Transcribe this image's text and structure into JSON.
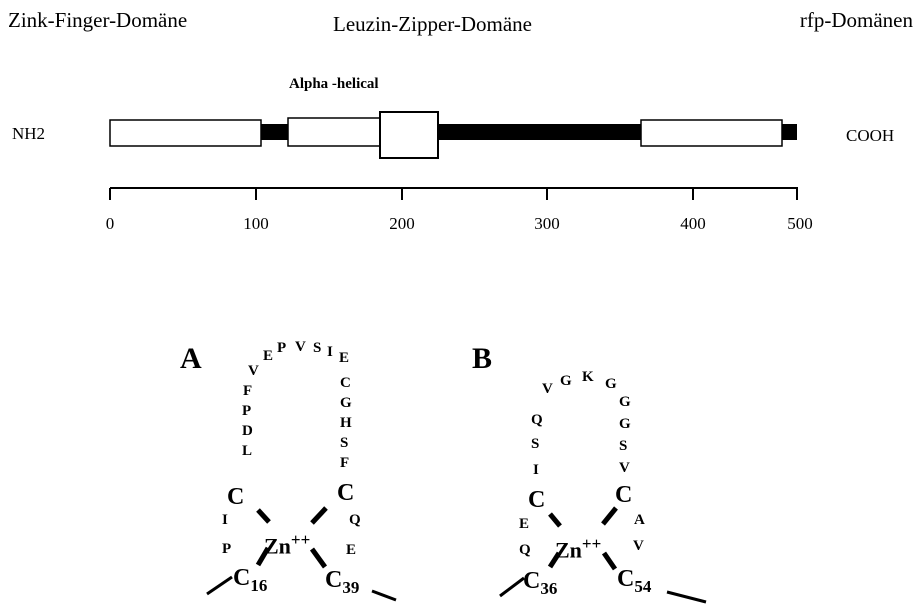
{
  "header": {
    "domain_left": "Zink-Finger-Domäne",
    "domain_middle": "Leuzin-Zipper-Domäne",
    "domain_right": "rfp-Domänen"
  },
  "schema": {
    "n_terminus": "NH2",
    "c_terminus": "COOH",
    "helix_label": "Alpha -helical",
    "axis_ticks": [
      "0",
      "100",
      "200",
      "300",
      "400",
      "500"
    ],
    "length": 500,
    "domains": [
      {
        "start": 0,
        "end": 107,
        "kind": "open"
      },
      {
        "start": 122,
        "end": 187,
        "kind": "open"
      },
      {
        "start": 187,
        "end": 227,
        "kind": "large"
      },
      {
        "start": 380,
        "end": 488,
        "kind": "open"
      }
    ]
  },
  "finger_a": {
    "label": "A",
    "residues": [
      "E",
      "P",
      "V",
      "S",
      "I",
      "E",
      "V",
      "F",
      "P",
      "D",
      "L",
      "I",
      "P",
      "C",
      "G",
      "H",
      "S",
      "F",
      "Q",
      "E"
    ],
    "cys": [
      "C",
      "C"
    ],
    "cys_bottom_left": "C",
    "cys_bottom_left_num": "16",
    "cys_bottom_right": "C",
    "cys_bottom_right_num": "39",
    "zinc": "Zn",
    "zinc_charge": "++"
  },
  "finger_b": {
    "label": "B",
    "residues": [
      "V",
      "G",
      "K",
      "G",
      "Q",
      "S",
      "I",
      "E",
      "Q",
      "G",
      "G",
      "S",
      "V",
      "A",
      "V"
    ],
    "cys": [
      "C",
      "C"
    ],
    "cys_bottom_left": "C",
    "cys_bottom_left_num": "36",
    "cys_bottom_right": "C",
    "cys_bottom_right_num": "54",
    "zinc": "Zn",
    "zinc_charge": "++"
  }
}
